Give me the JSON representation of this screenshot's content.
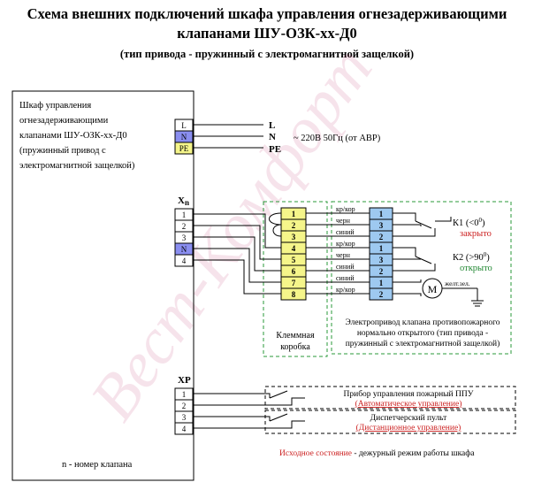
{
  "title": {
    "line1": "Схема внешних подключений шкафа управления огнезадерживающими",
    "line2": "клапанами ШУ-ОЗК-хх-Д0",
    "line3": "(тип привода - пружинный с электромагнитной защелкой)"
  },
  "cabinet": {
    "desc_lines": [
      "Шкаф управления",
      "огнезадерживающими",
      "клапанами ШУ-ОЗК-хх-Д0",
      "(пружинный привод с",
      "электромагнитной защелкой)"
    ],
    "footnote": "n - номер клапана"
  },
  "power": {
    "terminals": [
      "L",
      "N",
      "PE"
    ],
    "line_labels": [
      "L",
      "N",
      "PE"
    ],
    "supply_text": "~ 220В  50Гц (от АВР)",
    "colors": {
      "L": "#ffffff",
      "N": "#8a8ef0",
      "PE": "#f5f58a"
    }
  },
  "xn": {
    "label": "X",
    "sub": "n",
    "terminals": [
      "1",
      "2",
      "3",
      "N",
      "4"
    ]
  },
  "terminal_box": {
    "terminals": [
      "1",
      "2",
      "3",
      "4",
      "5",
      "6",
      "7",
      "8"
    ],
    "caption": [
      "Клеммная",
      "коробка"
    ],
    "fill": "#f5f58a"
  },
  "actuator": {
    "wires": [
      "кр/кор",
      "черн",
      "синий",
      "кр/кор",
      "черн",
      "синий",
      "синий",
      "кр/кор"
    ],
    "terminals": [
      "1",
      "3",
      "2",
      "1",
      "3",
      "2",
      "1",
      "2"
    ],
    "fill": "#9ec9f0",
    "k1": {
      "label": "К1 (<0",
      "sup": "0",
      "close": ")",
      "state": "закрыто"
    },
    "k2": {
      "label": "К2 (>90",
      "sup": "0",
      "close": ")",
      "state": "открыто"
    },
    "motor": "M",
    "ground": "желт.зел.",
    "caption": [
      "Электропривод клапана противопожарного",
      "нормально открытого (тип привода -",
      "пружинный с электромагнитной защелкой)"
    ],
    "state_colors": {
      "closed": "#cc2222",
      "open": "#228833"
    }
  },
  "xp": {
    "label": "XP",
    "terminals": [
      "1",
      "2",
      "3",
      "4"
    ],
    "ppu_title": "Прибор управления пожарный ППУ",
    "ppu_sub": "(Автоматическое управление)",
    "remote_title": "Диспетчерский пульт",
    "remote_sub": "(Дистанционное управление)"
  },
  "note": {
    "red": "Исходное состояние",
    "rest": " - дежурный режим работы шкафа"
  },
  "watermark": "Вест-Комфорт"
}
